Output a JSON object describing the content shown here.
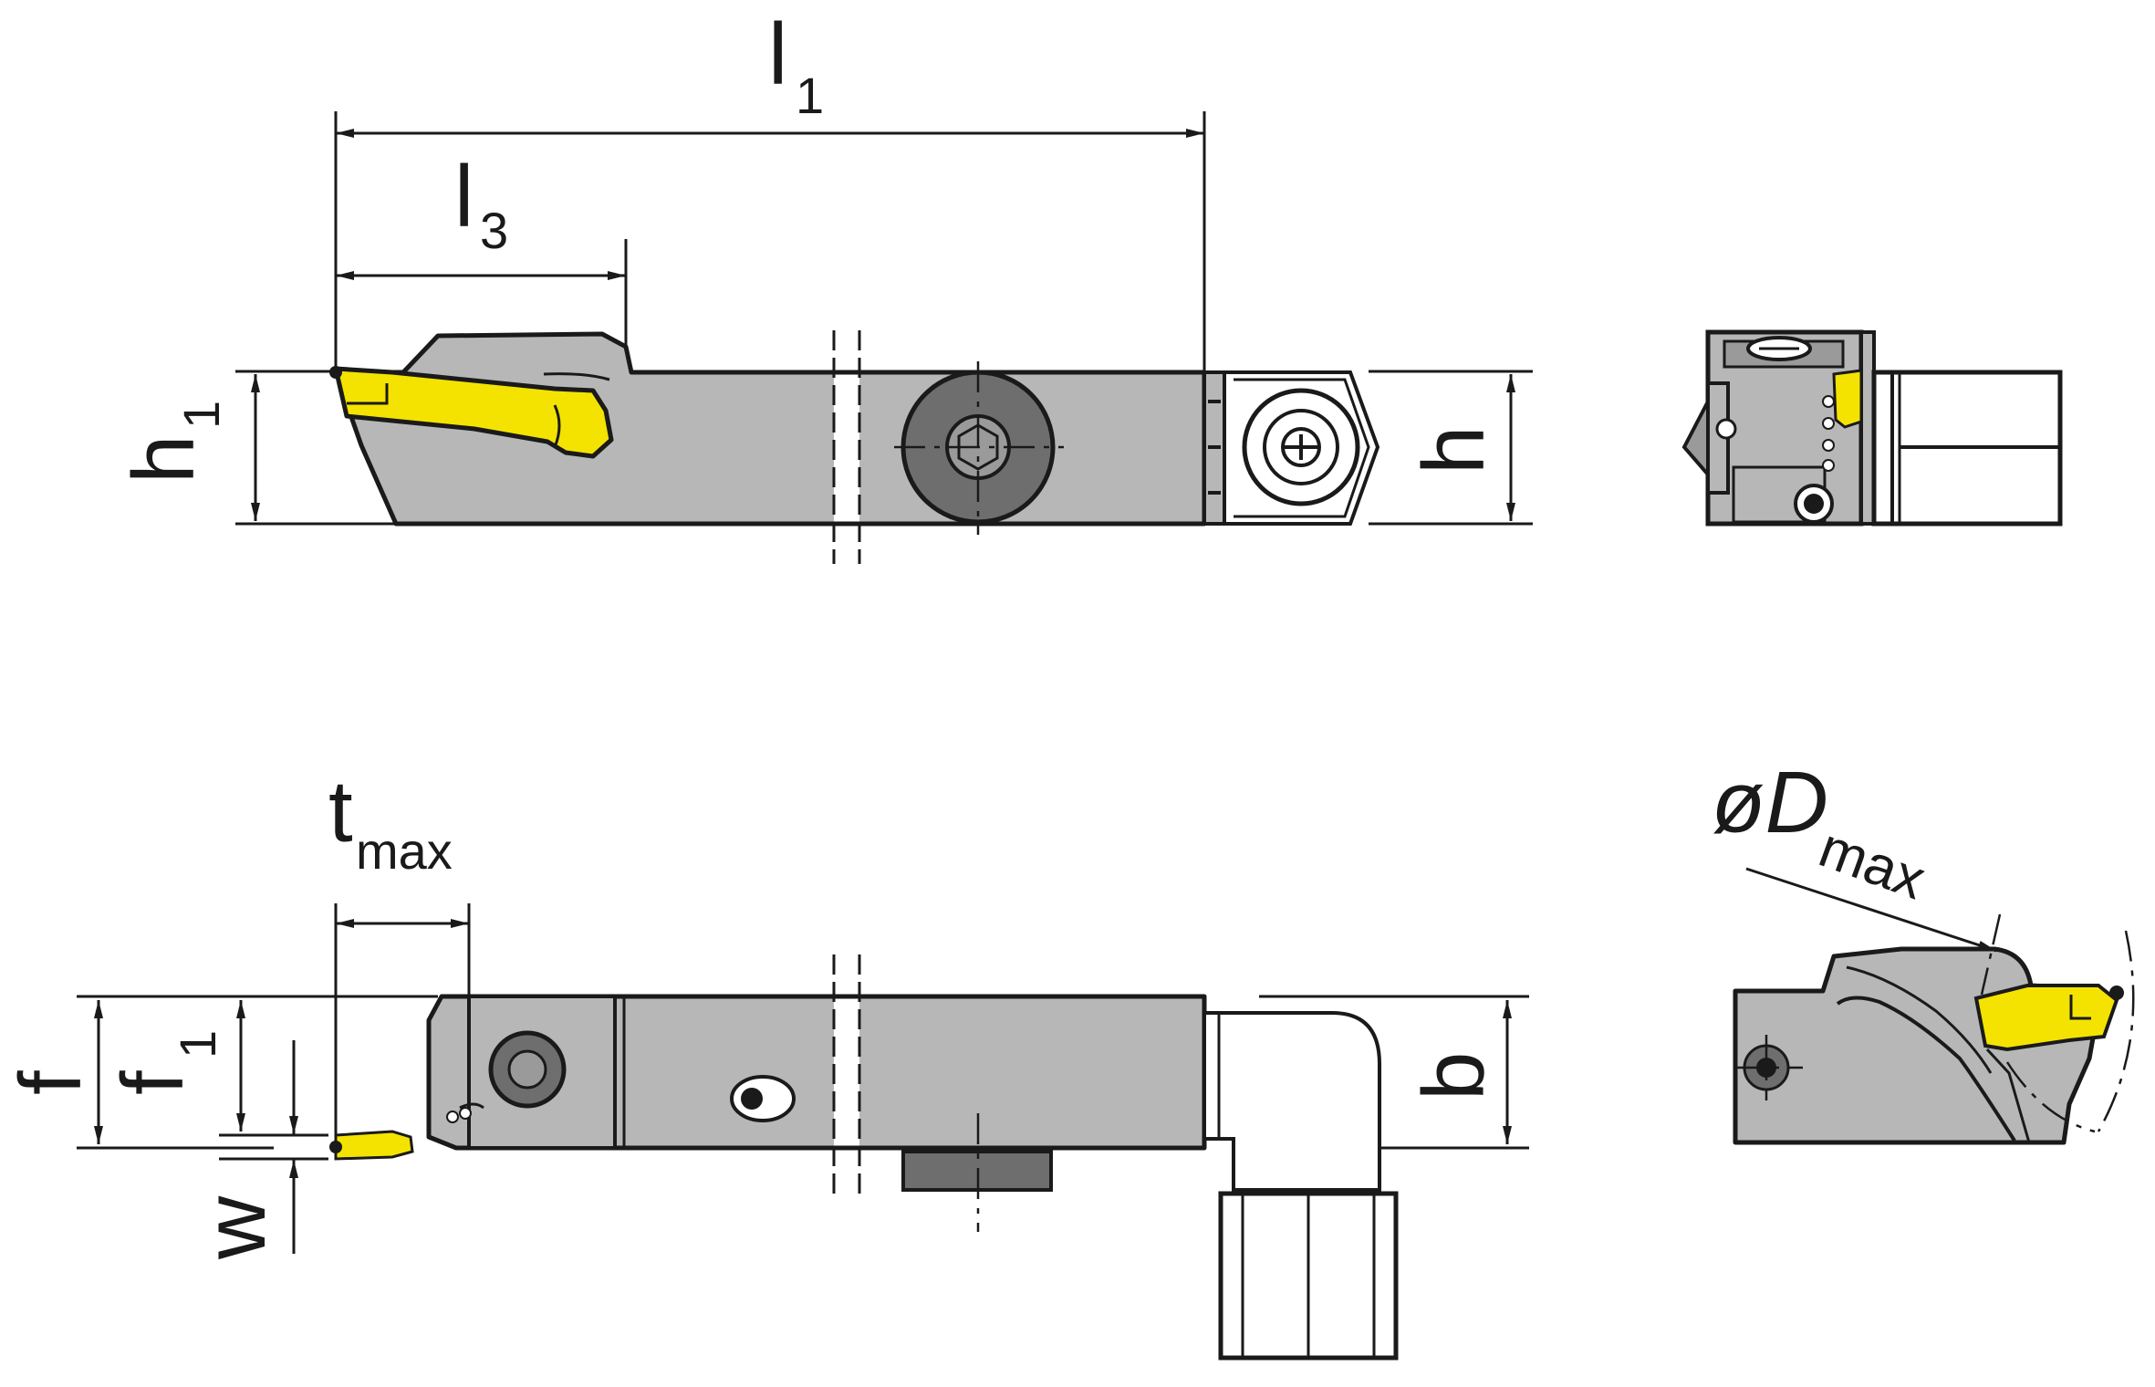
{
  "colors": {
    "body": "#b7b7b7",
    "body_dark": "#9a9a9a",
    "insert": "#f4e300",
    "line": "#1a1a1a",
    "background": "#ffffff"
  },
  "dimensions": {
    "l1": {
      "main": "l",
      "sub": "1"
    },
    "l3": {
      "main": "l",
      "sub": "3"
    },
    "h1": {
      "main": "h",
      "sub": "1"
    },
    "h": {
      "main": "h"
    },
    "tmax": {
      "main": "t",
      "sub": "max"
    },
    "f": {
      "main": "f"
    },
    "f1": {
      "main": "f",
      "sub": "1"
    },
    "w": {
      "main": "w"
    },
    "b": {
      "main": "b"
    },
    "dmax": {
      "main": "øD",
      "sub": "max"
    }
  }
}
